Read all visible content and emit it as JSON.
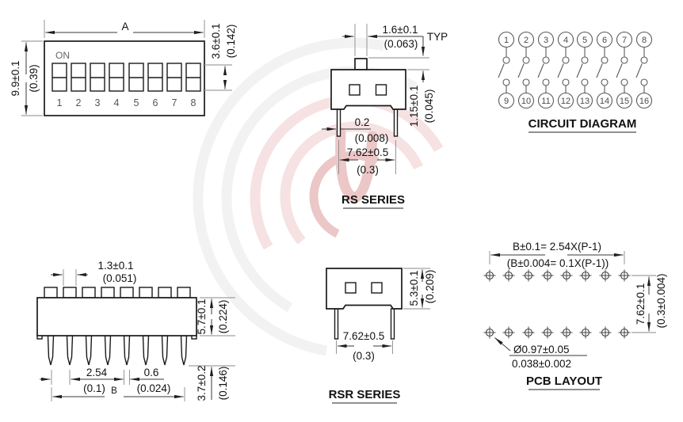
{
  "colors": {
    "watermark_red": "#dd9a9a",
    "watermark_pink": "#f0cccc",
    "watermark_gray": "#e9e9e9"
  },
  "top_view": {
    "length_label": "A",
    "height_mm": "9.9±0.1",
    "height_in": "(0.39)",
    "toggle_mm": "3.6±0.1",
    "toggle_in": "(0.142)",
    "on_label": "ON",
    "switch_numbers": [
      "1",
      "2",
      "3",
      "4",
      "5",
      "6",
      "7",
      "8"
    ]
  },
  "rs_view": {
    "title": "RS SERIES",
    "tab_width_mm": "1.6±0.1",
    "tab_width_in": "(0.063)",
    "typ_label": "TYP",
    "tab_height_mm": "1.15±0.1",
    "tab_height_in": "(0.045)",
    "pin_thickness_mm": "0.2",
    "pin_thickness_in": "(0.008)",
    "pin_span_mm": "7.62±0.5",
    "pin_span_in": "(0.3)"
  },
  "circuit": {
    "title": "CIRCUIT DIAGRAM",
    "top_terminals": [
      "1",
      "2",
      "3",
      "4",
      "5",
      "6",
      "7",
      "8"
    ],
    "bottom_terminals": [
      "9",
      "10",
      "11",
      "12",
      "13",
      "14",
      "15",
      "16"
    ]
  },
  "front_view": {
    "actuator_mm": "1.3±0.1",
    "actuator_in": "(0.051)",
    "body_height_mm": "5.7±0.1",
    "body_height_in": "(0.224)",
    "pitch_mm": "2.54",
    "pitch_in": "(0.1)",
    "pin_width_mm": "0.6",
    "pin_width_in": "(0.024)",
    "span_label": "B",
    "pin_length_mm": "3.7±0.2",
    "pin_length_in": "(0.146)"
  },
  "rsr_view": {
    "title": "RSR SERIES",
    "body_height_mm": "5.3±0.1",
    "body_height_in": "(0.209)",
    "pin_span_mm": "7.62±0.5",
    "pin_span_in": "(0.3)"
  },
  "pcb": {
    "title": "PCB LAYOUT",
    "span_formula_mm": "B±0.1= 2.54X(P-1)",
    "span_formula_in": "(B±0.004= 0.1X(P-1))",
    "row_pitch_mm": "7.62±0.1",
    "row_pitch_in": "(0.3±0.004)",
    "hole_mm": "Ø0.97±0.05",
    "hole_in": "0.038±0.002"
  }
}
